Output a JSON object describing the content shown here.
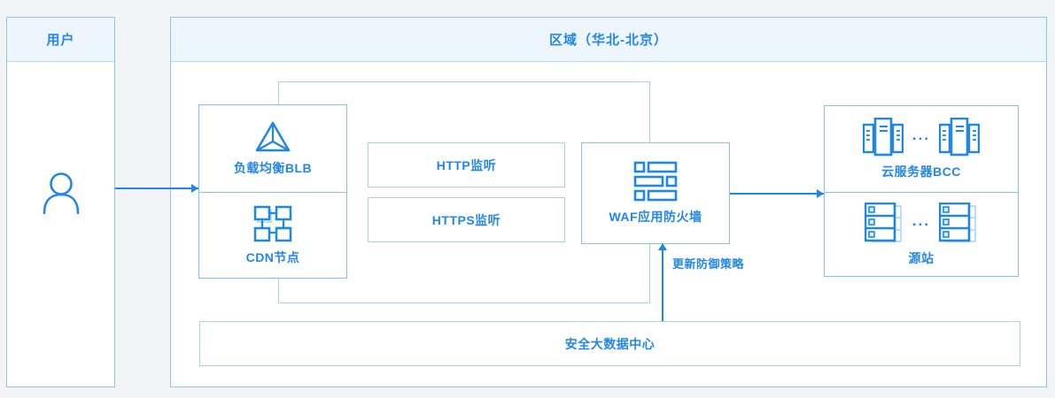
{
  "user_panel": {
    "title": "用户"
  },
  "region_panel": {
    "title": "区域（华北-北京）"
  },
  "nodes": {
    "blb": {
      "label": "负载均衡BLB"
    },
    "cdn": {
      "label": "CDN节点"
    },
    "http_listener": {
      "label": "HTTP监听"
    },
    "https_listener": {
      "label": "HTTPS监听"
    },
    "waf": {
      "label": "WAF应用防火墙"
    },
    "bcc": {
      "label": "云服务器BCC",
      "ellipsis": "..."
    },
    "origin": {
      "label": "源站",
      "ellipsis": "..."
    },
    "security_center": {
      "label": "安全大数据中心"
    }
  },
  "annotations": {
    "update_policy": "更新防御策略"
  },
  "colors": {
    "accent_text": "#2386ea",
    "icon_stroke": "#1f87e6",
    "panel_border": "#8fc6f0",
    "light_border": "#a5d2f2",
    "header_bg": "#eef6fd",
    "canvas_bg": "#f3f4f6"
  }
}
